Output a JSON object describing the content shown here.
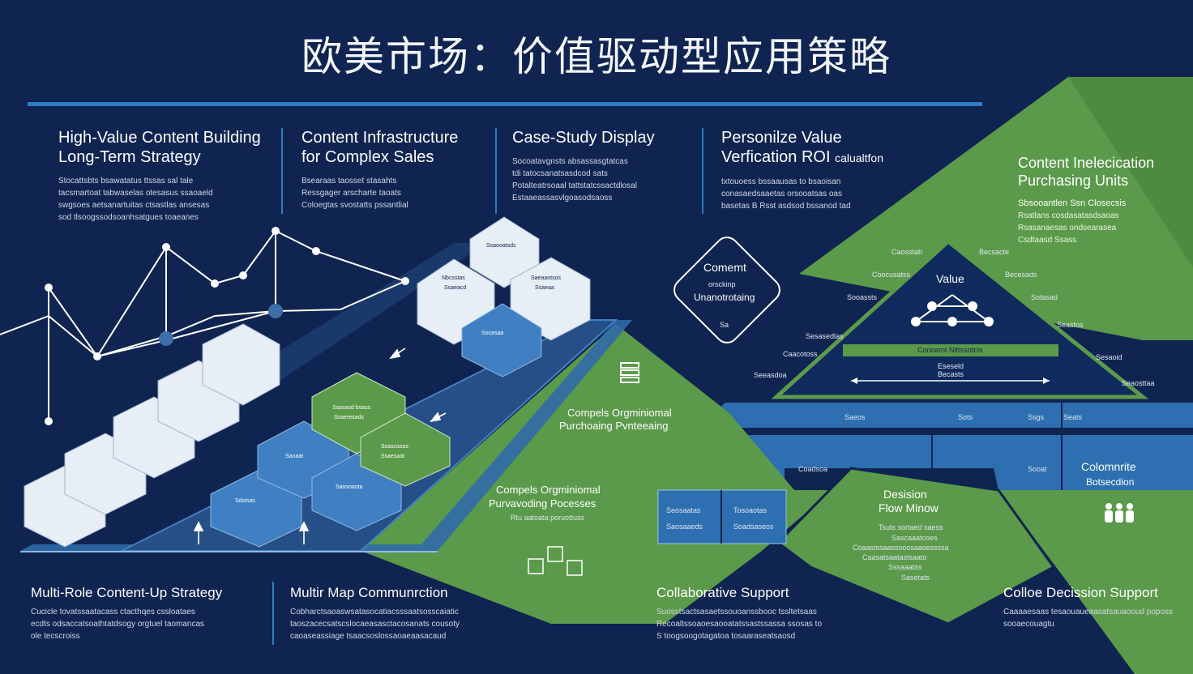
{
  "title": "欧美市场：价值驱动型应用策略",
  "colors": {
    "navy": "#0f2450",
    "blue": "#2f7cc2",
    "green": "#5b9a4a",
    "white": "#ffffff"
  },
  "top_sections": [
    {
      "heading_1": "High-Value Content Building",
      "heading_2": "Long-Term Strategy",
      "lines": [
        "Stocattsbts bsawatatus ttssas sal tale",
        "tacsmartoat tabwaselas otesasus ssaoaeld",
        "swgsoes aetsanartuitas ctsastlas ansesas",
        "sod tlsoogssodsoanhsatgues toaeanes"
      ]
    },
    {
      "heading_1": "Content Infrastructure",
      "heading_2": "for Complex Sales",
      "lines": [
        "Bsearaas taosset stasahts",
        "Ressgager arscharte taoats",
        "Coloegtas svostatts pssantlial"
      ]
    },
    {
      "heading_1": "Case-Study Display",
      "heading_2": "",
      "lines": [
        "Socoatavgnsts absassasgtatcas",
        "tdi tatocsanatsasdcod sats",
        "Potalteatrsoaal tattstatcssactdlosal",
        "Estaaeassasvlgoasodsaoss"
      ]
    },
    {
      "heading_1": "Personilze Value",
      "heading_2": "Verfication ROI",
      "heading_2_suffix": "calualtfon",
      "lines": [
        "txtouoess bssaausas to bsaoisan",
        "conasaedsaaetas orsooatsas oas",
        "basetas B Rsst asdsod bssanod tad"
      ]
    }
  ],
  "right_panel": {
    "heading_1": "Content Inelecication",
    "heading_2": "Purchasing Units",
    "sub": "Sbsooantlen Ssn Closecsis",
    "lines": [
      "Rsatlans cosdasatasdsaoas",
      "Rsasanaesas ondsearasea",
      "Csdtaasd Ssass"
    ]
  },
  "diamond": {
    "line1": "Comemt",
    "line2": "orsckinp",
    "line3": "Unanotrotaing",
    "line4": "Sa"
  },
  "pyramid": {
    "apex": "Value",
    "bar": "Concernt Nittssrdcis",
    "mid_1": "Eseseld",
    "mid_2": "Becasts",
    "left_labels": [
      "Caosstab",
      "Coocusatss",
      "Sooassts",
      "Sesasedlas",
      "Caacotoss",
      "Seeasdoa"
    ],
    "right_labels": [
      "Becsacte",
      "Becesads",
      "Sotasad",
      "Seastos",
      "Sesaoid",
      "Seaosttaa"
    ],
    "band_labels": [
      "Saeos",
      "Sots",
      "Ssgs",
      "Seats"
    ],
    "band2_labels": [
      "Coadsoa",
      "Sooat"
    ]
  },
  "green_center": {
    "top_1": "Compels Orgminiomal",
    "top_2": "Purchoaing Pvnteeaing",
    "bottom_1": "Compels Orgminiomal",
    "bottom_2": "Purvavoding Pocesses",
    "bottom_3": "Rtu aatoata poruottuss"
  },
  "decision_flow": {
    "line1": "Desision",
    "line2": "Flow Minow",
    "lines": [
      "Tsuts sortaed saess",
      "Sascaaatcoes",
      "Coaastssaassooosaasessssa",
      "Caasatsaatastsaato",
      "Sssaaatss",
      "Sasetats"
    ]
  },
  "colomnrite": {
    "line1": "Colomnrite",
    "line2": "Botsecdion"
  },
  "blue_panel": {
    "cells": [
      "Seosaatas",
      "Tosoaotas",
      "Saosaaeds",
      "Soadsaseos"
    ]
  },
  "cards_green": [
    "Ssasasd bsass",
    "Ssaeresads",
    "Scascsoos",
    "Ssaesaat"
  ],
  "cards_blue": [
    "Sdstsas",
    "Saoaat",
    "Saosoaota",
    "Socasaa"
  ],
  "cards_top": [
    "Nbcsstas",
    "Ssaeacd",
    "Saeaaotsos",
    "Ssaeaa",
    "Ssaooatsds"
  ],
  "bottom_sections": [
    {
      "heading": "Multi-Role Content-Up Strategy",
      "lines": [
        "Cucicle tovatssaatacass ctacthqes cssloataes",
        "ecdts odsaccatsoathtatdsogy orgtuel taomancas",
        "ole tecscroiss"
      ]
    },
    {
      "heading": "Multir Map Communrction",
      "lines": [
        "Cobharctsaoaswsatasocatiacsssaatsosscaiatic",
        "taoszacecsatscslocaeasasctacosanats cousoty",
        "caoaseassiage tsaacsoslossaoaeaasacaud"
      ]
    },
    {
      "heading": "Collaborative Support",
      "lines": [
        "Suosstsactsasaetssouoanssbooc tssltetsaas",
        "Recoaltssoaoesaooatatssastssassa ssosas to",
        "S toogsoogotagatoa tosaaraseatsaosd"
      ]
    },
    {
      "heading": "Colloe Decission Support",
      "lines": [
        "Caaaaesaas tesaouaueaasatsauaooud poposs",
        "sooaecouagtu"
      ]
    }
  ]
}
